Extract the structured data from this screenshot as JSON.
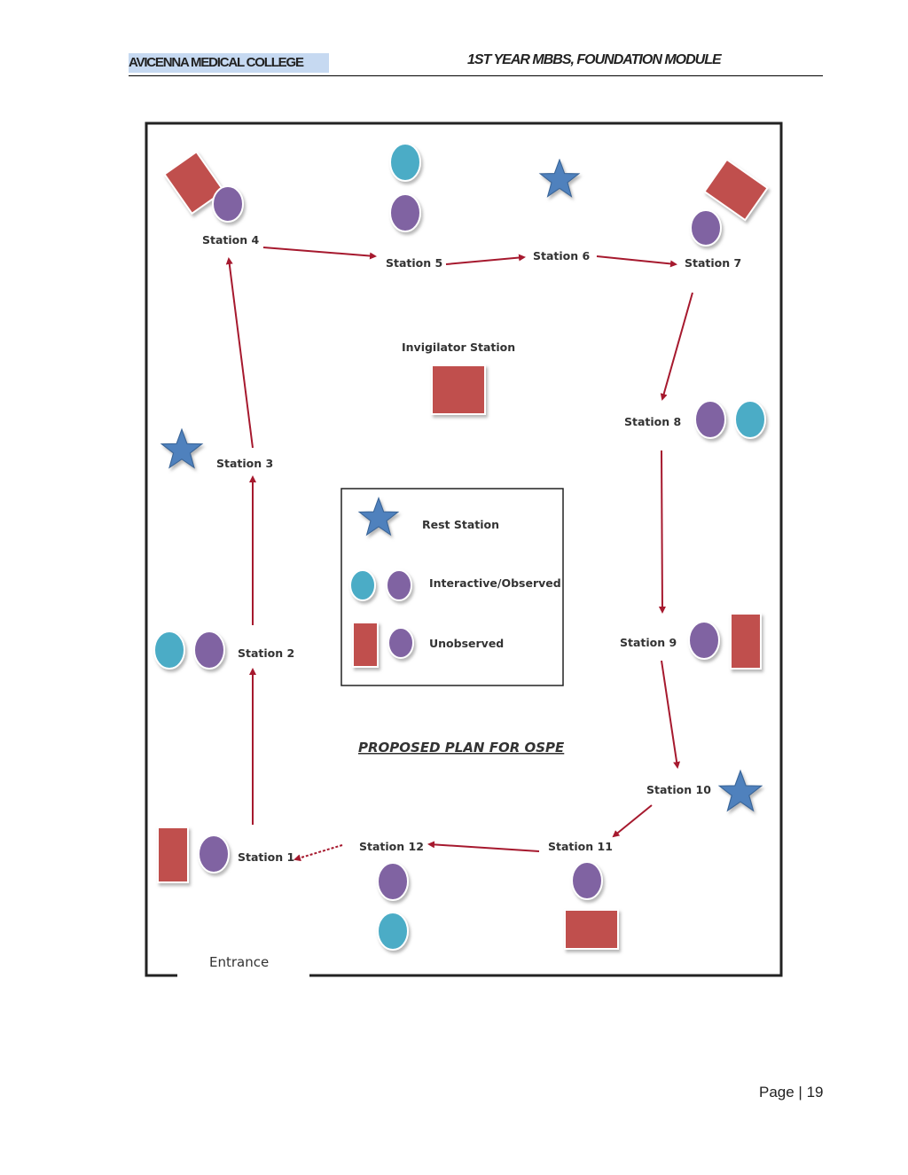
{
  "header": {
    "left": "AVICENNA MEDICAL COLLEGE",
    "right": "1ST YEAR MBBS, FOUNDATION MODULE"
  },
  "footer": {
    "page": "Page | 19"
  },
  "diagram": {
    "stations": {
      "s1": "Station 1",
      "s2": "Station 2",
      "s3": "Station 3",
      "s4": "Station 4",
      "s5": "Station 5",
      "s6": "Station 6",
      "s7": "Station 7",
      "s8": "Station 8",
      "s9": "Station 9",
      "s10": "Station 10",
      "s11": "Station 11",
      "s12": "Station 12"
    },
    "invigilator": "Invigilator Station",
    "entrance": "Entrance",
    "plan_title": "PROPOSED PLAN FOR OSPE",
    "legend": {
      "rest": "Rest Station",
      "interactive": "Interactive/Observed",
      "unobserved": "Unobserved"
    },
    "colors": {
      "rectangle": "#c0504d",
      "purple_circle": "#8064a2",
      "cyan_circle": "#4bacc6",
      "star": "#4f81bd",
      "arrow": "#a6192e"
    }
  }
}
